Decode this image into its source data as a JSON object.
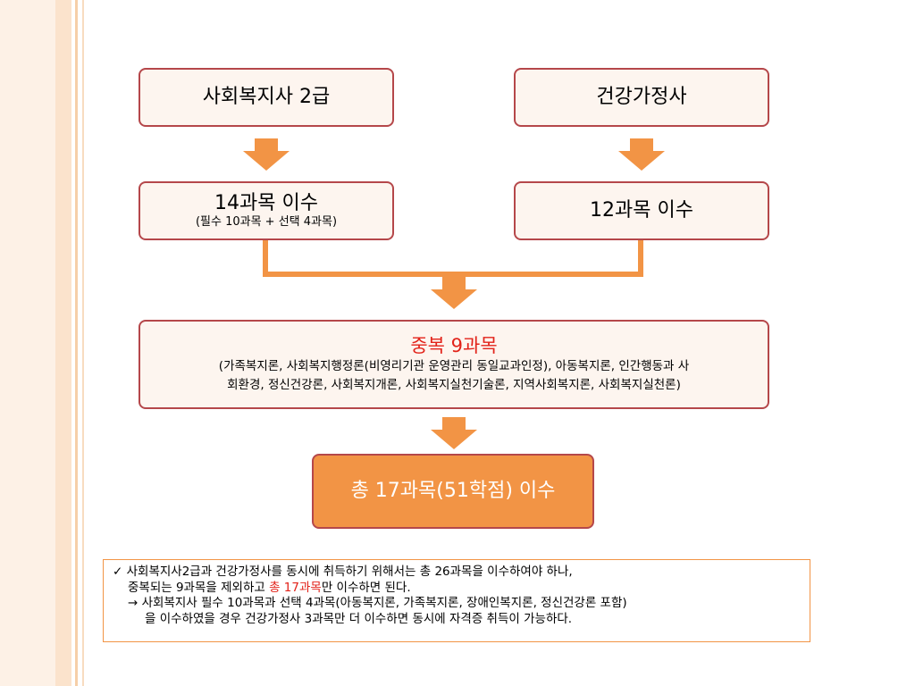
{
  "boxes": {
    "social_worker": "사회복지사 2급",
    "healthy_family": "건강가정사",
    "sw_courses": {
      "title": "14과목 이수",
      "sub": "(필수 10과목 + 선택 4과목)"
    },
    "hf_courses": "12과목 이수",
    "overlap": {
      "title": "중복 9과목",
      "detail_line1": "(가족복지론, 사회복지행정론(비영리기관 운영관리 동일교과인정), 아동복지론, 인간행동과 사",
      "detail_line2": "회환경, 정신건강론, 사회복지개론, 사회복지실천기술론, 지역사회복지론, 사회복지실천론)"
    },
    "total": "총 17과목(51학점) 이수"
  },
  "note": {
    "line1": "✓ 사회복지사2급과 건강가정사를 동시에 취득하기 위해서는 총 26과목을 이수하여야 하나,",
    "line2_before": "중복되는 9과목을 제외하고 ",
    "line2_highlight": "총 17과목",
    "line2_after": "만 이수하면 된다.",
    "line3": "→ 사회복지사 필수 10과목과 선택 4과목(아동복지론, 가족복지론, 장애인복지론, 정신건강론 포함)",
    "line4": "을 이수하였을 경우 건강가정사 3과목만 더 이수하면 동시에 자격증 취득이 가능하다."
  },
  "colors": {
    "accent_orange": "#f29445",
    "border_red": "#b5474a",
    "highlight_red": "#e2231a",
    "box_fill": "#fdf5ef"
  }
}
